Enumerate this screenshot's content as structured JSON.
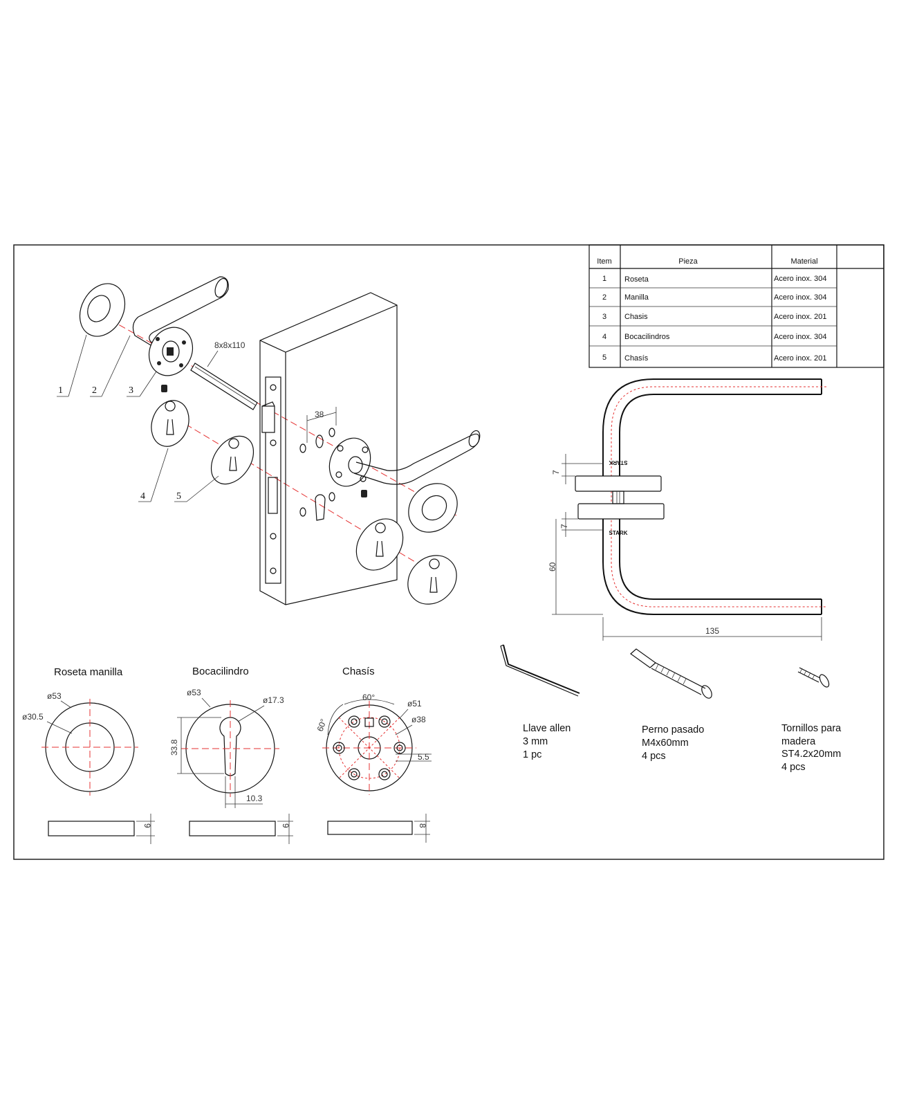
{
  "parts_table": {
    "headers": {
      "item": "Item",
      "pieza": "Pieza",
      "material": "Material"
    },
    "rows": [
      {
        "item": "1",
        "pieza": "Roseta",
        "material": "Acero inox. 304"
      },
      {
        "item": "2",
        "pieza": "Manilla",
        "material": "Acero inox. 304"
      },
      {
        "item": "3",
        "pieza": "Chasis",
        "material": "Acero inox. 201"
      },
      {
        "item": "4",
        "pieza": "Bocacilindros",
        "material": "Acero inox. 304"
      },
      {
        "item": "5",
        "pieza": "Chasís",
        "material": "Acero inox. 201"
      }
    ]
  },
  "exploded_view": {
    "callouts": [
      "1",
      "2",
      "3",
      "4",
      "5"
    ],
    "spindle_label": "8x8x110",
    "hole_spacing": "38"
  },
  "handle_view": {
    "dim_rose_gap_top": "7",
    "dim_rose_gap_bottom": "7",
    "dim_height": "60",
    "dim_length": "135",
    "logo_top": "STARK",
    "logo_bottom": "STARK"
  },
  "details": {
    "roseta": {
      "title": "Roseta manilla",
      "d_outer": "ø53",
      "d_inner": "ø30.5",
      "thickness": "9"
    },
    "bocacilindro": {
      "title": "Bocacilindro",
      "d_outer": "ø53",
      "d_hole": "ø17.3",
      "height": "33.8",
      "width": "10.3",
      "thickness": "9"
    },
    "chasis": {
      "title": "Chasís",
      "angle_a": "60°",
      "angle_b": "60°",
      "d_outer": "ø51",
      "d_bolt": "ø38",
      "slot": "5.5",
      "thickness": "8"
    }
  },
  "accessories": [
    {
      "lines": [
        "Llave allen",
        "3 mm",
        "1 pc"
      ]
    },
    {
      "lines": [
        "Perno pasado",
        "M4x60mm",
        "4 pcs"
      ]
    },
    {
      "lines": [
        "Tornillos para",
        "madera",
        "ST4.2x20mm",
        "4 pcs"
      ]
    }
  ]
}
